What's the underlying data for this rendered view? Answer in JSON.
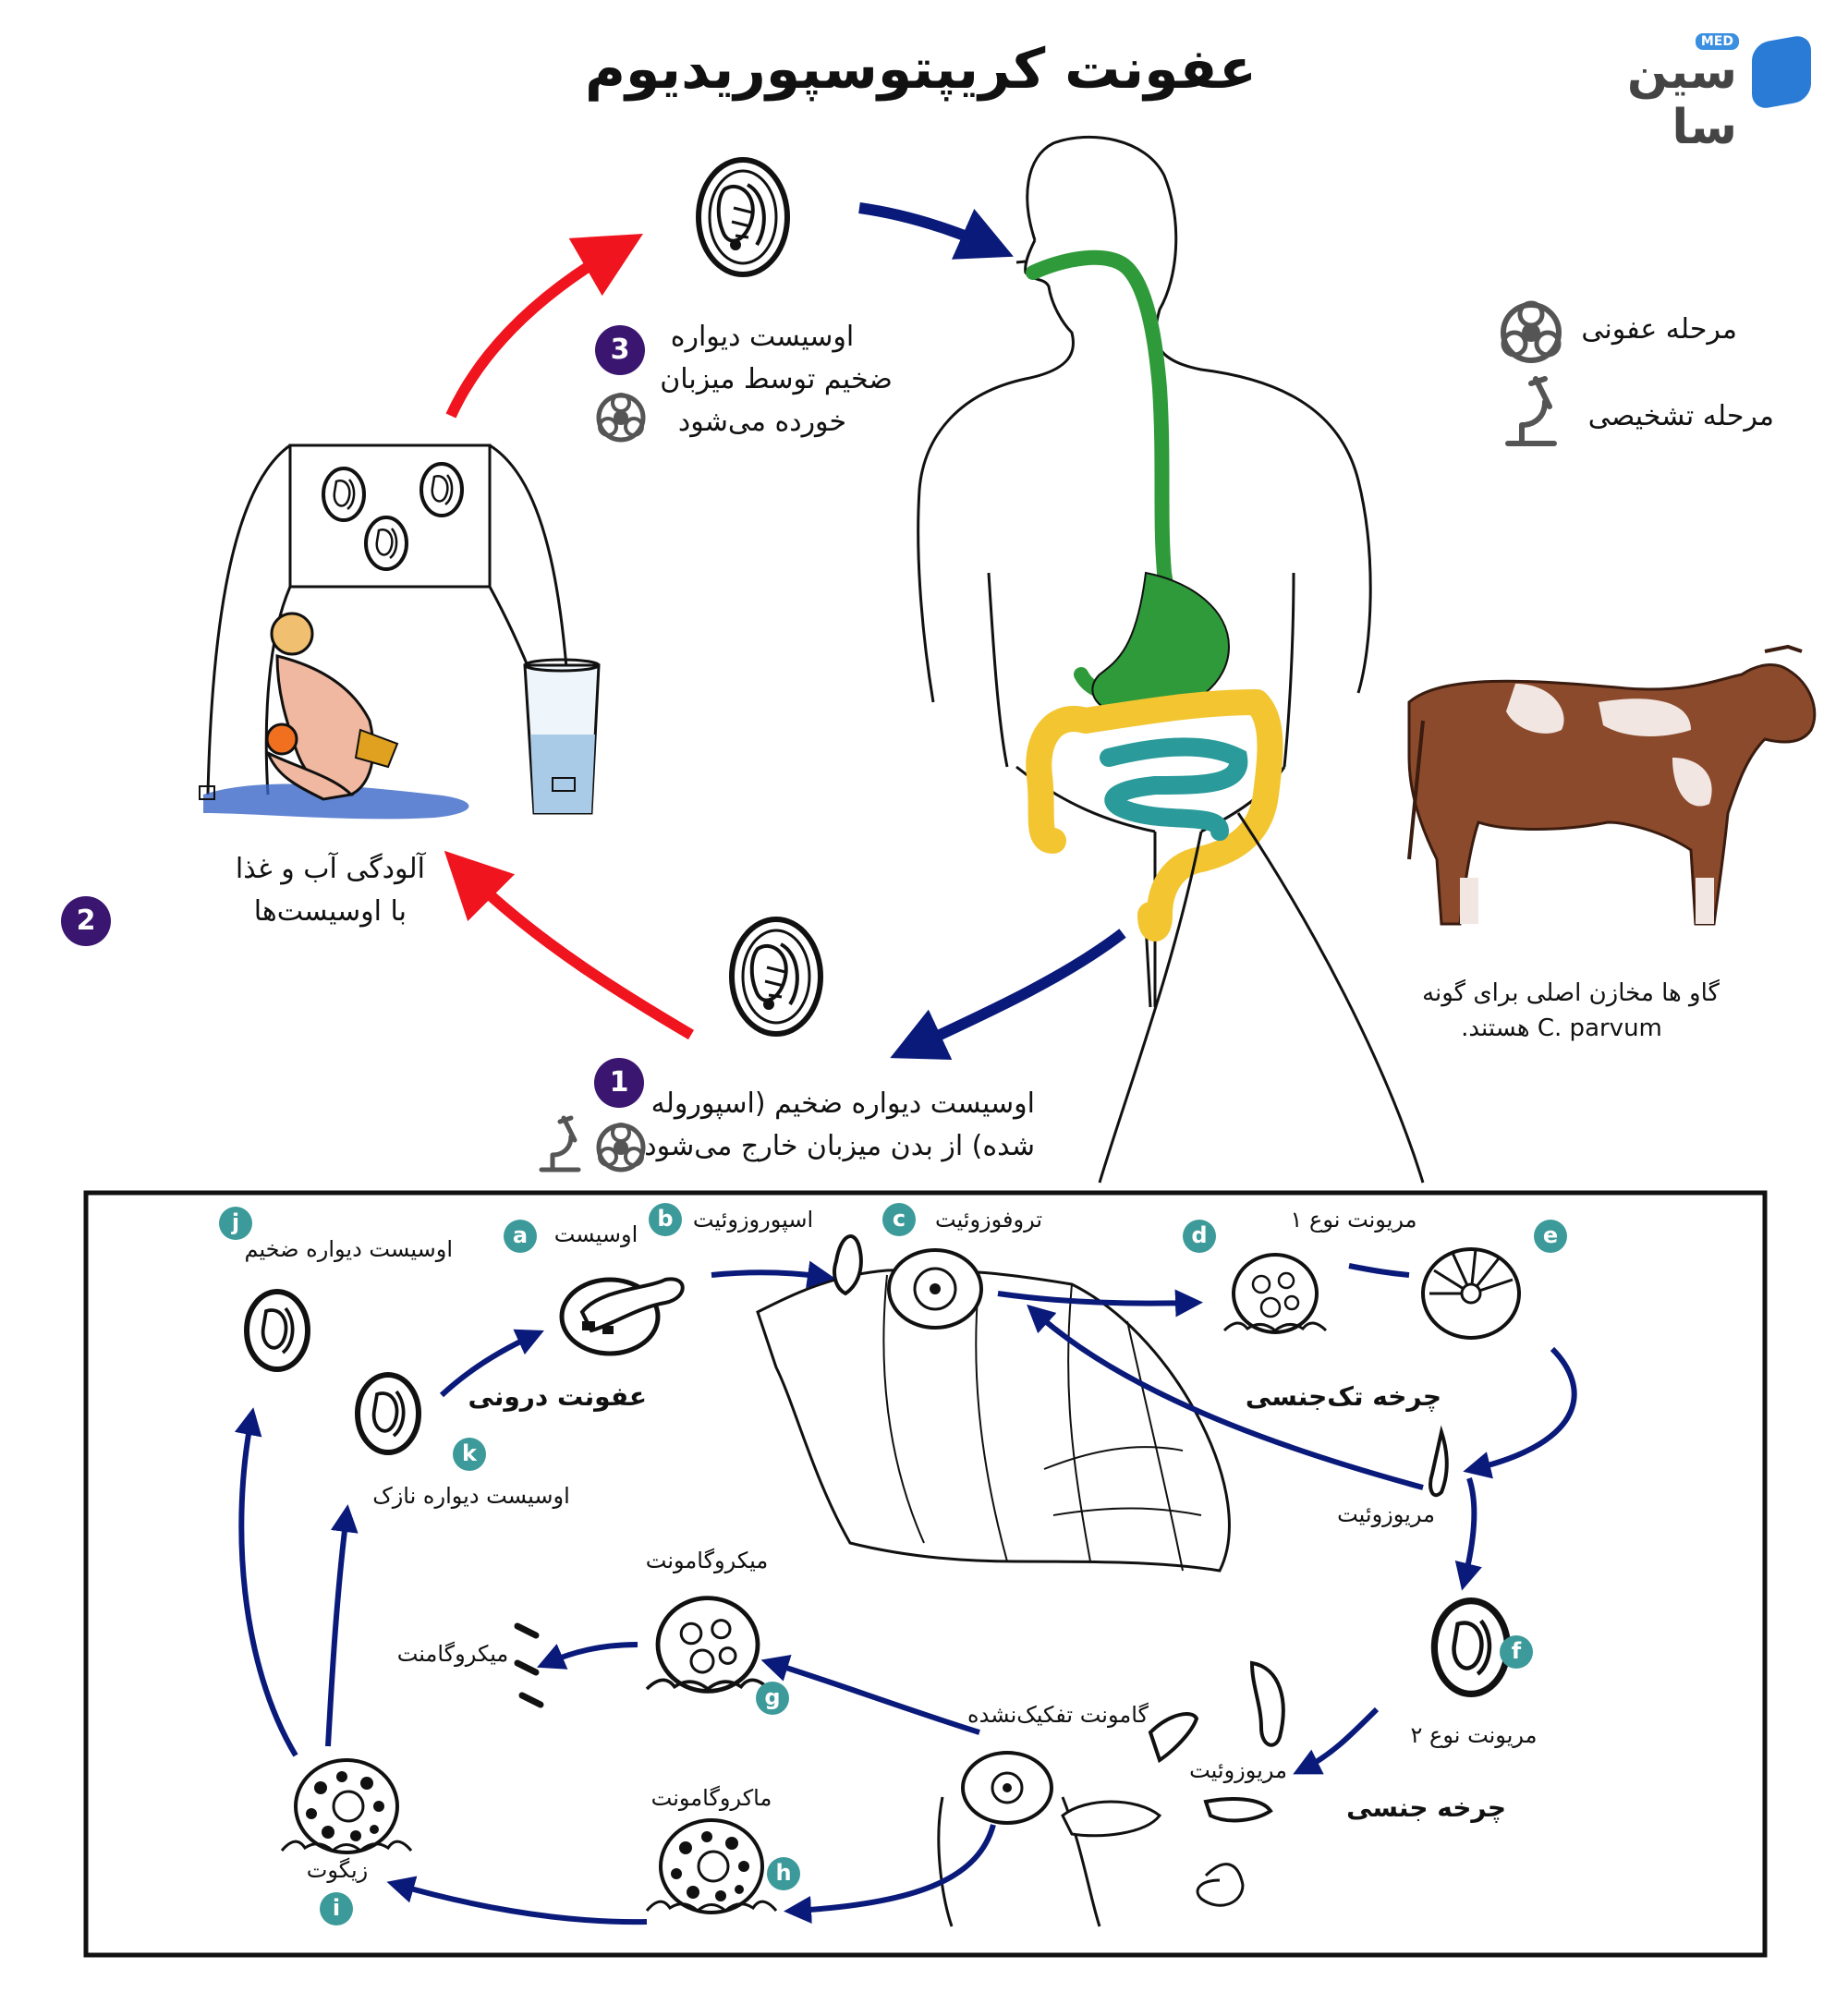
{
  "title": "عفونت کریپتوسپوریدیوم",
  "logo": {
    "text": "سین سا",
    "tag": "MED"
  },
  "legend": [
    {
      "icon": "biohazard-icon",
      "label": "مرحله عفونی"
    },
    {
      "icon": "microscope-icon",
      "label": "مرحله تشخیصی"
    }
  ],
  "steps": [
    {
      "num": "1",
      "lines": [
        "اوسیست دیواره ضخیم (اسپوروله",
        "شده) از بدن میزبان خارج می‌شود"
      ]
    },
    {
      "num": "2",
      "lines": [
        "آلودگی آب و غذا",
        "با اوسیست‌ها"
      ]
    },
    {
      "num": "3",
      "lines": [
        "اوسیست دیواره",
        "ضخیم توسط میزبان",
        "خورده می‌شود"
      ]
    }
  ],
  "cow_caption": [
    "گاو ها مخازن اصلی برای گونه",
    "C. parvum هستند."
  ],
  "cycle": {
    "endogenous_label": "عفونت درونی",
    "asexual_label": "چرخه تک‌جنسی",
    "sexual_label": "چرخه جنسی",
    "merozoite_label": "مریوزوئیت",
    "stages": [
      {
        "letter": "a",
        "label": "اوسیست"
      },
      {
        "letter": "b",
        "label": "اسپوروزوئیت"
      },
      {
        "letter": "c",
        "label": "تروفوزوئیت"
      },
      {
        "letter": "d",
        "label": "مریونت نوع ۱"
      },
      {
        "letter": "e",
        "label": ""
      },
      {
        "letter": "f",
        "label": "مریونت نوع ۲"
      },
      {
        "letter": "g",
        "label": "میکروگامونت"
      },
      {
        "letter": "h",
        "label": "ماکروگامونت"
      },
      {
        "letter": "i",
        "label": "زیگوت"
      },
      {
        "letter": "j",
        "label": "اوسیست دیواره ضخیم"
      },
      {
        "letter": "k",
        "label": "اوسیست دیواره نازک"
      }
    ],
    "undiff_gamont": "گامونت تفکیک‌نشده",
    "microgamete": "میکروگامنت"
  },
  "colors": {
    "red_arrow": "#f0141e",
    "blue_arrow": "#0a1a7a",
    "badge_purple": "#3b1670",
    "badge_teal": "#3d9a9a",
    "gi_green": "#2f9a3a",
    "colon_yellow": "#f2c531",
    "intestine_teal": "#2a9a9a"
  }
}
